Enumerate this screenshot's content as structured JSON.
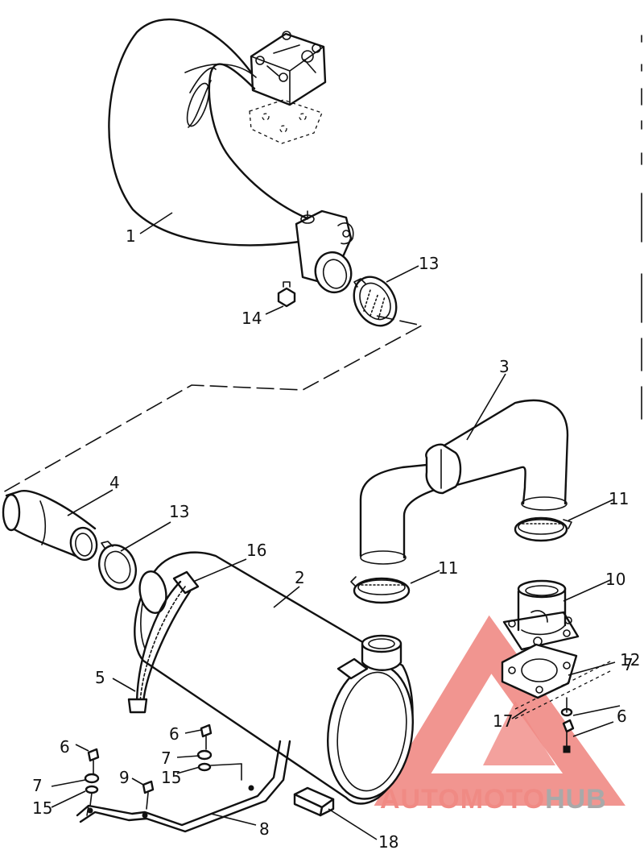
{
  "diagram": {
    "callouts": [
      {
        "label": "1"
      },
      {
        "label": "2"
      },
      {
        "label": "3"
      },
      {
        "label": "4"
      },
      {
        "label": "5"
      },
      {
        "label": "6"
      },
      {
        "label": "6"
      },
      {
        "label": "6"
      },
      {
        "label": "7"
      },
      {
        "label": "7"
      },
      {
        "label": "7"
      },
      {
        "label": "8"
      },
      {
        "label": "9"
      },
      {
        "label": "10"
      },
      {
        "label": "11"
      },
      {
        "label": "11"
      },
      {
        "label": "12"
      },
      {
        "label": "13"
      },
      {
        "label": "13"
      },
      {
        "label": "14"
      },
      {
        "label": "15"
      },
      {
        "label": "15"
      },
      {
        "label": "16"
      },
      {
        "label": "17"
      },
      {
        "label": "18"
      }
    ]
  },
  "watermark": {
    "text_red": "AUTOMOTO",
    "text_gray": "HUB",
    "color_red": "#f08a84",
    "color_gray": "#a9a9a9"
  }
}
